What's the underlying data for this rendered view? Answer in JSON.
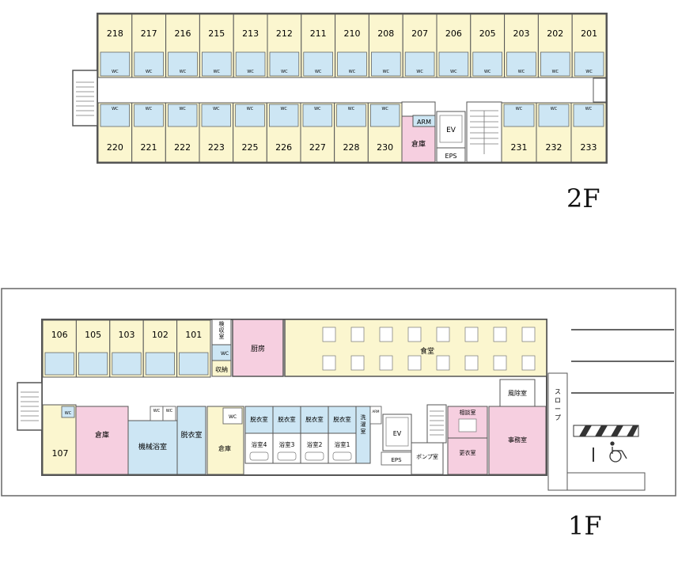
{
  "floors": {
    "f2": {
      "label": "2F",
      "rooms_top": [
        "218",
        "217",
        "216",
        "215",
        "213",
        "212",
        "211",
        "210",
        "208",
        "207",
        "206",
        "205",
        "203",
        "202",
        "201"
      ],
      "rooms_bottom_left": [
        "220",
        "221",
        "222",
        "223",
        "225",
        "226",
        "227",
        "228",
        "230"
      ],
      "rooms_bottom_right": [
        "231",
        "232",
        "233"
      ],
      "wc": "WC",
      "arm": "ARM",
      "storage": "倉庫",
      "ev": "EV",
      "eps": "EPS"
    },
    "f1": {
      "label": "1F",
      "guest_rooms": [
        "106",
        "105",
        "103",
        "102",
        "101"
      ],
      "room_107": "107",
      "wc": "WC",
      "inspection": "検収室",
      "storage_small": "収納",
      "kitchen": "厨房",
      "dining": "食堂",
      "wind_room": "風除室",
      "slope": "スロープ",
      "storage": "倉庫",
      "machine_bath": "機械浴室",
      "undress_main": "脱衣室",
      "storage2": "倉庫",
      "undress": [
        "脱衣室",
        "脱衣室",
        "脱衣室",
        "脱衣室"
      ],
      "baths": [
        "浴室4",
        "浴室3",
        "浴室2",
        "浴室1"
      ],
      "laundry": "洗濯室",
      "arm": "ARM",
      "ev": "EV",
      "eps": "EPS",
      "pump": "ポンプ室",
      "consult": "相談室",
      "locker": "更衣室",
      "office": "事務室"
    }
  },
  "colors": {
    "room": "#fbf6cf",
    "storage": "#f6cfe0",
    "bath": "#cde6f4",
    "wall": "#555555",
    "corridor": "#ffffff"
  }
}
